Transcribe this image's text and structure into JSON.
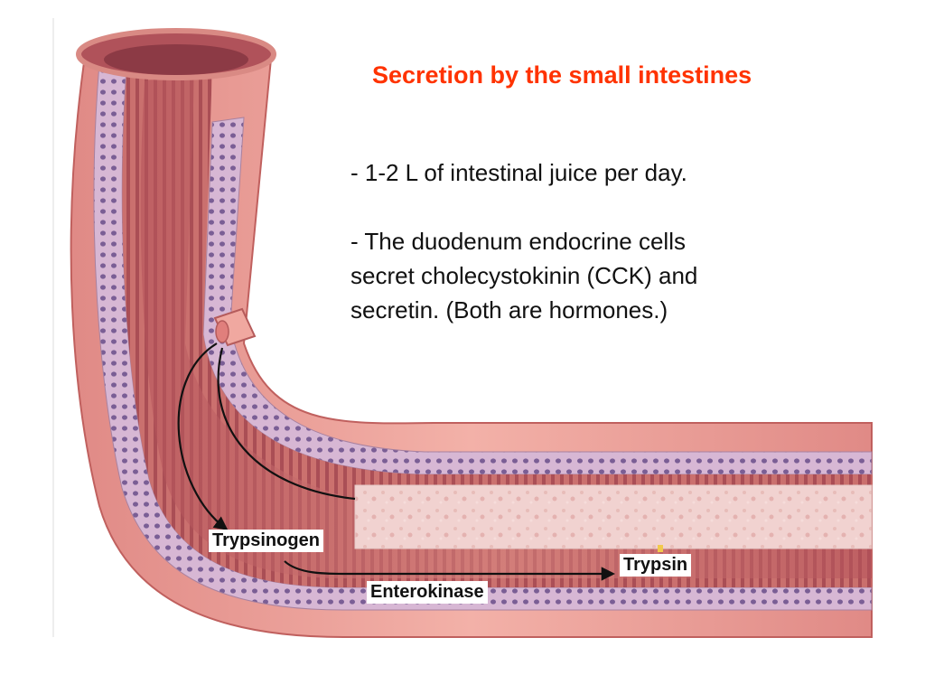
{
  "slide": {
    "title": "Secretion by the small intestines",
    "bullets": [
      "- 1-2 L of intestinal juice per day.",
      "- The duodenum endocrine cells\nsecret cholecystokinin (CCK) and\nsecretin. (Both are hormones.)"
    ]
  },
  "figure": {
    "labels": {
      "trypsinogen": "Trypsinogen",
      "trypsin": "Trypsin",
      "enterokinase": "Enterokinase"
    }
  },
  "colors": {
    "title": "#ff3300",
    "tissue_light": "#f2b0a6",
    "tissue_dark": "#c75a59",
    "mucosa": "#b8575a",
    "cells": "#c7a6c6",
    "cell_nucleus": "#7a5e95"
  }
}
